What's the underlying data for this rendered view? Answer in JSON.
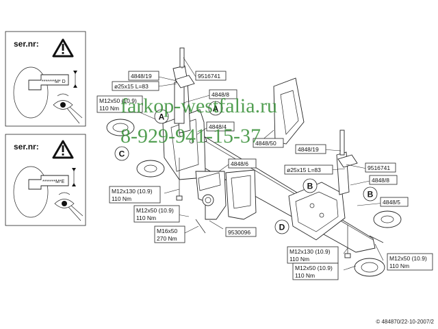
{
  "notice_panels": [
    {
      "title": "ser.nr:",
      "plate_text": "*******M* D"
    },
    {
      "title": "ser.nr:",
      "plate_text": "*******M*E"
    }
  ],
  "watermark": {
    "line1": "farkop-westfalia.ru",
    "line2": "8-929-941-15-37"
  },
  "labels": {
    "p4848_19_a": "4848/19",
    "p9516741_a": "9516741",
    "spacer_a": "ø25x15 L=83",
    "p4848_8_a": "4848/8",
    "bolt_m12x50_a": "M12x50 (10.9)",
    "torque_110_a": "110 Nm",
    "p4848_4": "4848/4",
    "p4848_50": "4848/50",
    "p4848_19_b": "4848/19",
    "p4848_6": "4848/6",
    "spacer_b": "ø25x15 L=83",
    "p9516741_b": "9516741",
    "p4848_8_b": "4848/8",
    "p4848_5": "4848/5",
    "bolt_m12x130_a": "M12x130 (10.9)",
    "torque_110_b": "110 Nm",
    "bolt_m12x50_b": "M12x50 (10.9)",
    "torque_110_c": "110 Nm",
    "bolt_m16x50": "M16x50",
    "torque_270": "270 Nm",
    "p9530096": "9530096",
    "bolt_m12x130_b": "M12x130 (10.9)",
    "torque_110_d": "110 Nm",
    "bolt_m12x50_c": "M12x50 (10.9)",
    "torque_110_e": "110 Nm",
    "bolt_m12x50_d": "M12x50 (10.9)",
    "torque_110_f": "110 Nm"
  },
  "callouts": {
    "A1": "A",
    "A2": "A",
    "B1": "B",
    "B2": "B",
    "C": "C",
    "D": "D"
  },
  "copyright": "© 484870/22-10-2007/2"
}
